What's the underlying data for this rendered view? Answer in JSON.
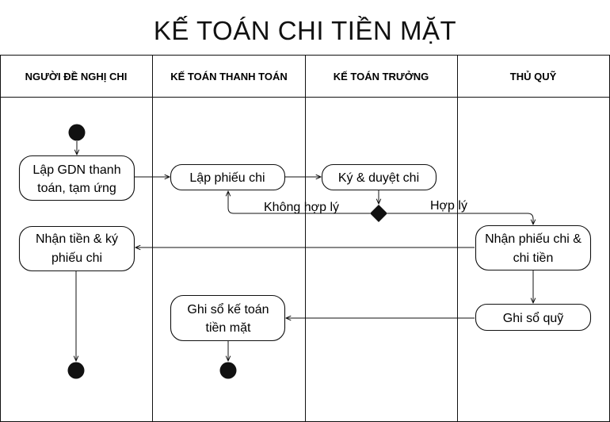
{
  "title": "KẾ TOÁN CHI TIỀN MẶT",
  "lanes": [
    "NGƯỜI ĐỀ NGHỊ CHI",
    "KẾ TOÁN THANH TOÁN",
    "KẾ TOÁN TRƯỞNG",
    "THỦ QUỸ"
  ],
  "nodes": {
    "lap_gdn": [
      "Lập GDN thanh",
      "toán, tạm ứng"
    ],
    "lap_phieu_chi": "Lập phiếu chi",
    "ky_duyet": "Ký & duyệt chi",
    "nhan_phieu": [
      "Nhận phiếu chi &",
      "chi tiền"
    ],
    "nhan_tien": [
      "Nhận tiền & ký",
      "phiếu chi"
    ],
    "ghi_so_quy": "Ghi sổ quỹ",
    "ghi_so_kt": [
      "Ghi sổ kế toán",
      "tiền mặt"
    ]
  },
  "edges": {
    "khong_hop_ly": "Không hợp lý",
    "hop_ly": "Hợp lý"
  }
}
